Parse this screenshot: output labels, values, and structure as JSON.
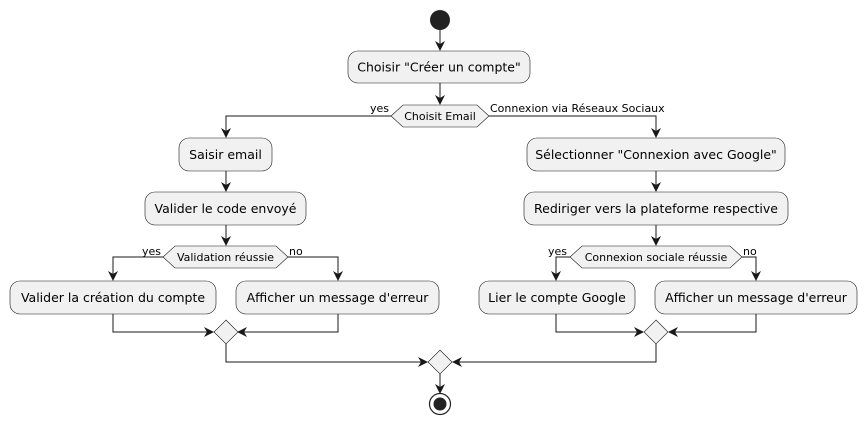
{
  "diagram": {
    "actions": {
      "choose": "Choisir \"Créer un compte\"",
      "enter_email": "Saisir email",
      "validate_code": "Valider le code envoyé",
      "validate_creation": "Valider la création du compte",
      "error_left": "Afficher un message d'erreur",
      "select_google": "Sélectionner \"Connexion avec Google\"",
      "redirect": "Rediriger vers la plateforme respective",
      "link_google": "Lier le compte Google",
      "error_right": "Afficher un message d'erreur"
    },
    "decisions": {
      "choice": "Choisit Email",
      "validation": "Validation réussie",
      "social": "Connexion sociale réussie"
    },
    "branches": {
      "choice_yes": "yes",
      "choice_other": "Connexion via Réseaux Sociaux",
      "validation_yes": "yes",
      "validation_no": "no",
      "social_yes": "yes",
      "social_no": "no"
    }
  }
}
